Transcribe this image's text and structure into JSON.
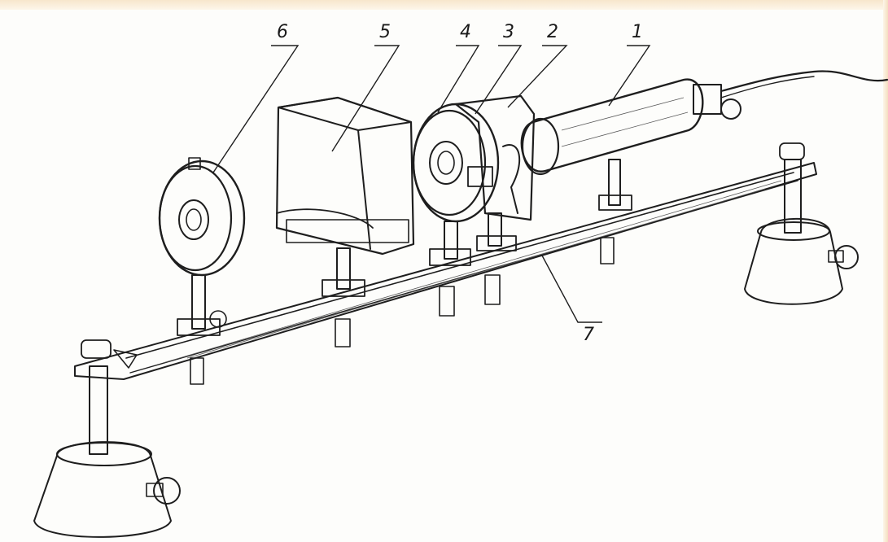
{
  "figure": {
    "callouts": [
      {
        "id": "1",
        "label": "1"
      },
      {
        "id": "2",
        "label": "2"
      },
      {
        "id": "3",
        "label": "3"
      },
      {
        "id": "4",
        "label": "4"
      },
      {
        "id": "5",
        "label": "5"
      },
      {
        "id": "6",
        "label": "6"
      },
      {
        "id": "7",
        "label": "7"
      }
    ]
  }
}
